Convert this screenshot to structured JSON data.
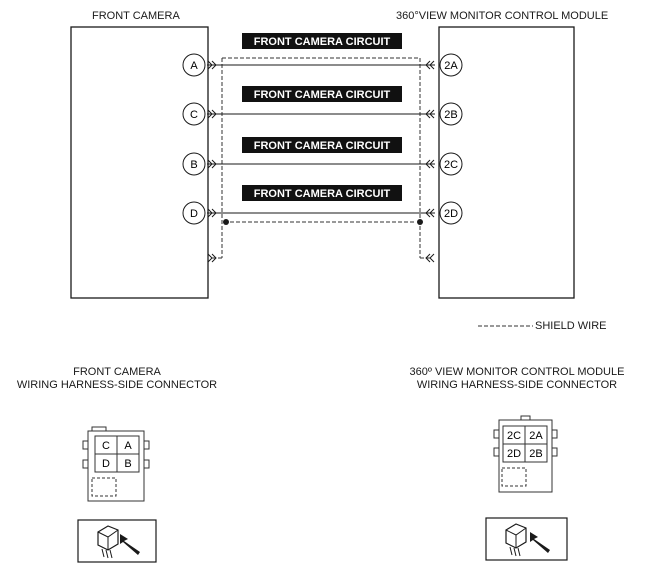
{
  "left_module": {
    "title": "FRONT CAMERA"
  },
  "right_module": {
    "title": "360°VIEW MONITOR CONTROL MODULE"
  },
  "circuits": [
    {
      "label": "FRONT CAMERA CIRCUIT",
      "left_pin": "A",
      "right_pin": "2A"
    },
    {
      "label": "FRONT CAMERA CIRCUIT",
      "left_pin": "C",
      "right_pin": "2B"
    },
    {
      "label": "FRONT CAMERA CIRCUIT",
      "left_pin": "B",
      "right_pin": "2C"
    },
    {
      "label": "FRONT CAMERA CIRCUIT",
      "left_pin": "D",
      "right_pin": "2D"
    }
  ],
  "legend": {
    "shield_wire": "SHIELD WIRE"
  },
  "left_connector": {
    "title_line1": "FRONT CAMERA",
    "title_line2": "WIRING HARNESS-SIDE CONNECTOR",
    "pins": [
      "C",
      "A",
      "D",
      "B"
    ]
  },
  "right_connector": {
    "title_line1": "360º VIEW MONITOR CONTROL MODULE",
    "title_line2": "WIRING HARNESS-SIDE CONNECTOR",
    "pins": [
      "2C",
      "2A",
      "2D",
      "2B"
    ]
  }
}
